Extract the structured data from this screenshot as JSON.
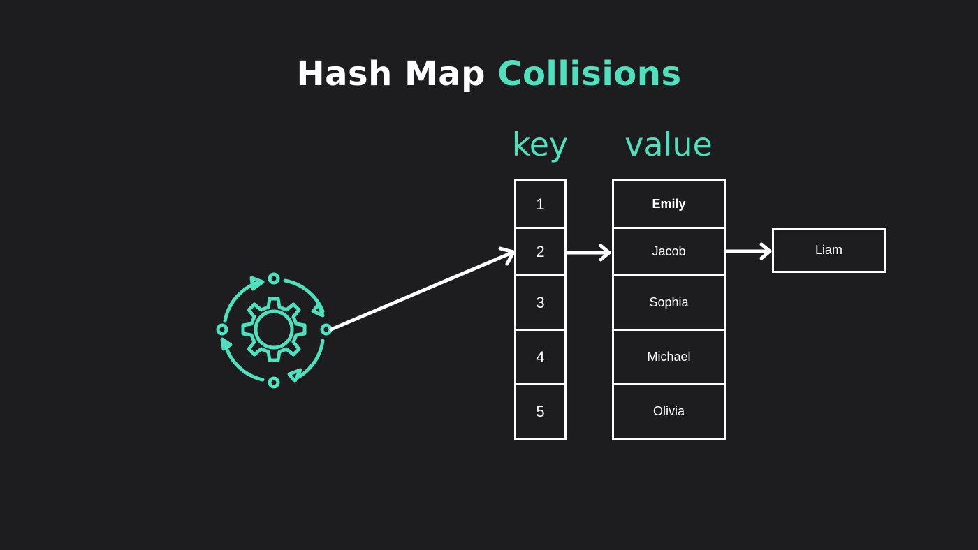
{
  "title": {
    "part1": "Hash Map",
    "part2": "Collisions"
  },
  "headers": {
    "key": "key",
    "value": "value"
  },
  "rows": [
    {
      "key": "1",
      "value": "Emily"
    },
    {
      "key": "2",
      "value": "Jacob"
    },
    {
      "key": "3",
      "value": "Sophia"
    },
    {
      "key": "4",
      "value": "Michael"
    },
    {
      "key": "5",
      "value": "Olivia"
    }
  ],
  "chain": {
    "value": "Liam"
  },
  "colors": {
    "background": "#1d1d20",
    "accent": "#4fe0bd",
    "foreground": "#ffffff"
  },
  "icons": {
    "hash_function": "gear-cycle-icon"
  }
}
